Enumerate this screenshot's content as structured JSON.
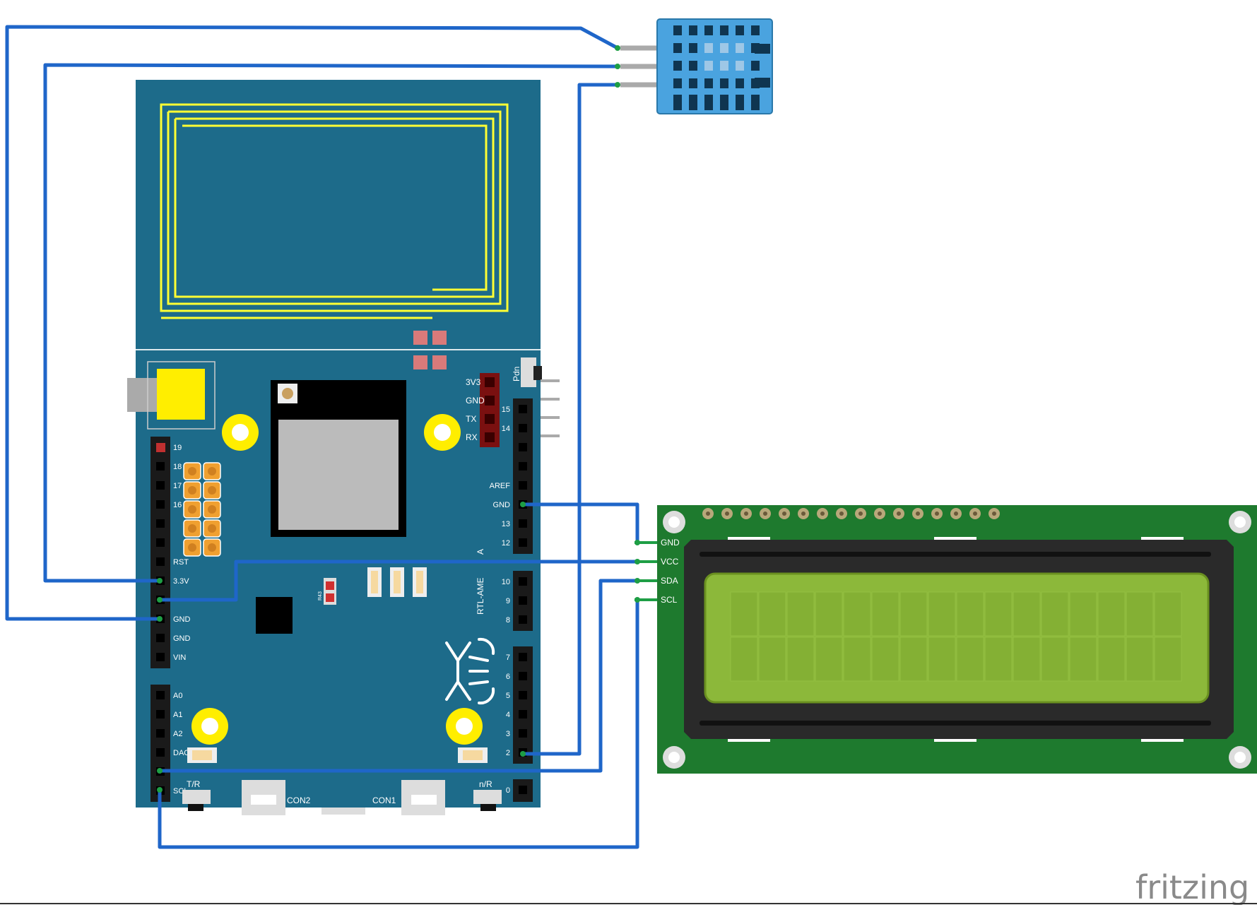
{
  "colors": {
    "wire": "#1f66c9",
    "board": "#1d6b8a",
    "board_line": "#ffffff",
    "antenna": "#ffff33",
    "lcd_pcb": "#1e7a2e",
    "lcd_screen": "#8cb83a",
    "lcd_frame": "#2a2a2a",
    "sensor": "#4aa3df",
    "pad_orange": "#f0a030",
    "mount_hole": "#ffee00"
  },
  "board": {
    "left_header_labels": [
      "19",
      "18",
      "17",
      "16",
      "",
      "",
      "RST",
      "3.3V",
      "",
      "GND",
      "GND",
      "VIN"
    ],
    "left_lower_labels": [
      "A0",
      "A1",
      "A2",
      "DAC",
      "",
      "SCL"
    ],
    "right_header_labels": [
      "15",
      "14",
      "",
      "",
      "AREF",
      "GND",
      "13",
      "12"
    ],
    "right_mid_labels": [
      "10",
      "9",
      "8"
    ],
    "right_low_labels": [
      "7",
      "6",
      "5",
      "4",
      "3",
      "2"
    ],
    "right_bottom_label": "0",
    "uart_labels": [
      "3V3",
      "GND",
      "TX",
      "RX"
    ],
    "pdn_label": "Pdn",
    "vertical_label": "RTL-AME",
    "a_label": "A",
    "r43_label": "R43",
    "con1_label": "CON1",
    "con2_label": "CON2",
    "tr_label": "T/R",
    "nr_label": "n/R"
  },
  "lcd": {
    "pin_labels": [
      "GND",
      "VCC",
      "SDA",
      "SCL"
    ]
  },
  "brand": "fritzing"
}
